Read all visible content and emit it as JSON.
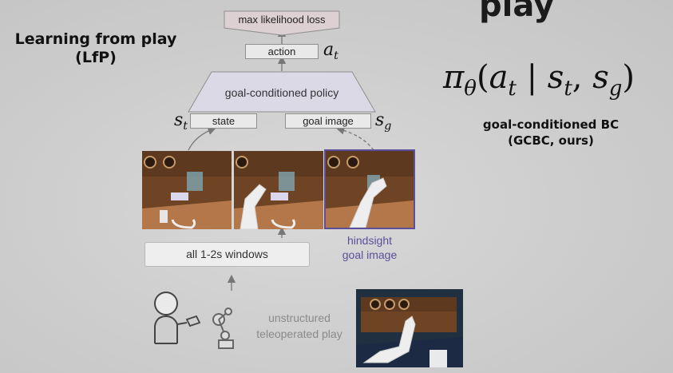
{
  "header": {
    "partial_title": "play"
  },
  "left_title": {
    "line1": "Learning from play",
    "line2": "(LfP)"
  },
  "diagram": {
    "loss_label": "max likelihood loss",
    "action_label": "action",
    "action_symbol": "a",
    "action_sub": "t",
    "policy_label": "goal-conditioned policy",
    "state_label": "state",
    "state_symbol": "s",
    "state_sub": "t",
    "goal_label": "goal image",
    "goal_symbol": "s",
    "goal_sub": "g",
    "windows_label": "all 1-2s windows",
    "hindsight_line1": "hindsight",
    "hindsight_line2": "goal image",
    "teleop_line1": "unstructured",
    "teleop_line2": "teleoperated play"
  },
  "formula": {
    "pi": "π",
    "theta": "θ",
    "open": "(",
    "a": "a",
    "a_sub": "t",
    "bar": " | ",
    "s1": "s",
    "s1_sub": "t",
    "comma": ", ",
    "s2": "s",
    "s2_sub": "g",
    "close": ")"
  },
  "method": {
    "line1": "goal-conditioned BC",
    "line2": "(GCBC, ours)"
  },
  "colors": {
    "accent_purple": "#5b4f9a",
    "box_fill": "#e9e9e9",
    "policy_fill": "#dcd9e6",
    "loss_fill": "#ddd0d3"
  }
}
